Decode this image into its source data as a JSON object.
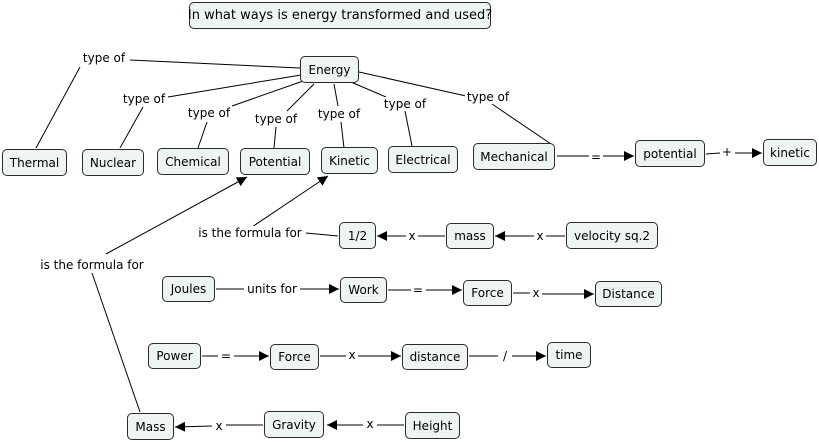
{
  "nodes": {
    "question": "In what ways is energy transformed and used?",
    "energy": "Energy",
    "thermal": "Thermal",
    "nuclear": "Nuclear",
    "chemical": "Chemical",
    "potential": "Potential",
    "kinetic": "Kinetic",
    "electrical": "Electrical",
    "mechanical": "Mechanical",
    "potential_lc": "potential",
    "kinetic_lc": "kinetic",
    "half": "1/2",
    "mass": "mass",
    "velocity": "velocity sq.2",
    "joules": "Joules",
    "work": "Work",
    "force1": "Force",
    "distance1": "Distance",
    "power": "Power",
    "force2": "Force",
    "distance2": "distance",
    "time": "time",
    "mass_cap": "Mass",
    "gravity": "Gravity",
    "height": "Height"
  },
  "labels": {
    "type_of_thermal": "type of",
    "type_of_nuclear": "type of",
    "type_of_chemical": "type of",
    "type_of_potential": "type of",
    "type_of_kinetic": "type of",
    "type_of_electrical": "type of",
    "type_of_mechanical": "type of",
    "eq_mech": "=",
    "plus": "+",
    "formula_kinetic": "is the formula for",
    "x_half": "x",
    "x_mass": "x",
    "formula_potential": "is the formula for",
    "units_for": "units for",
    "eq_work": "=",
    "x_force1": "x",
    "eq_power": "=",
    "x_force2": "x",
    "slash": "/",
    "x_mass_cap": "x",
    "x_gravity": "x"
  }
}
